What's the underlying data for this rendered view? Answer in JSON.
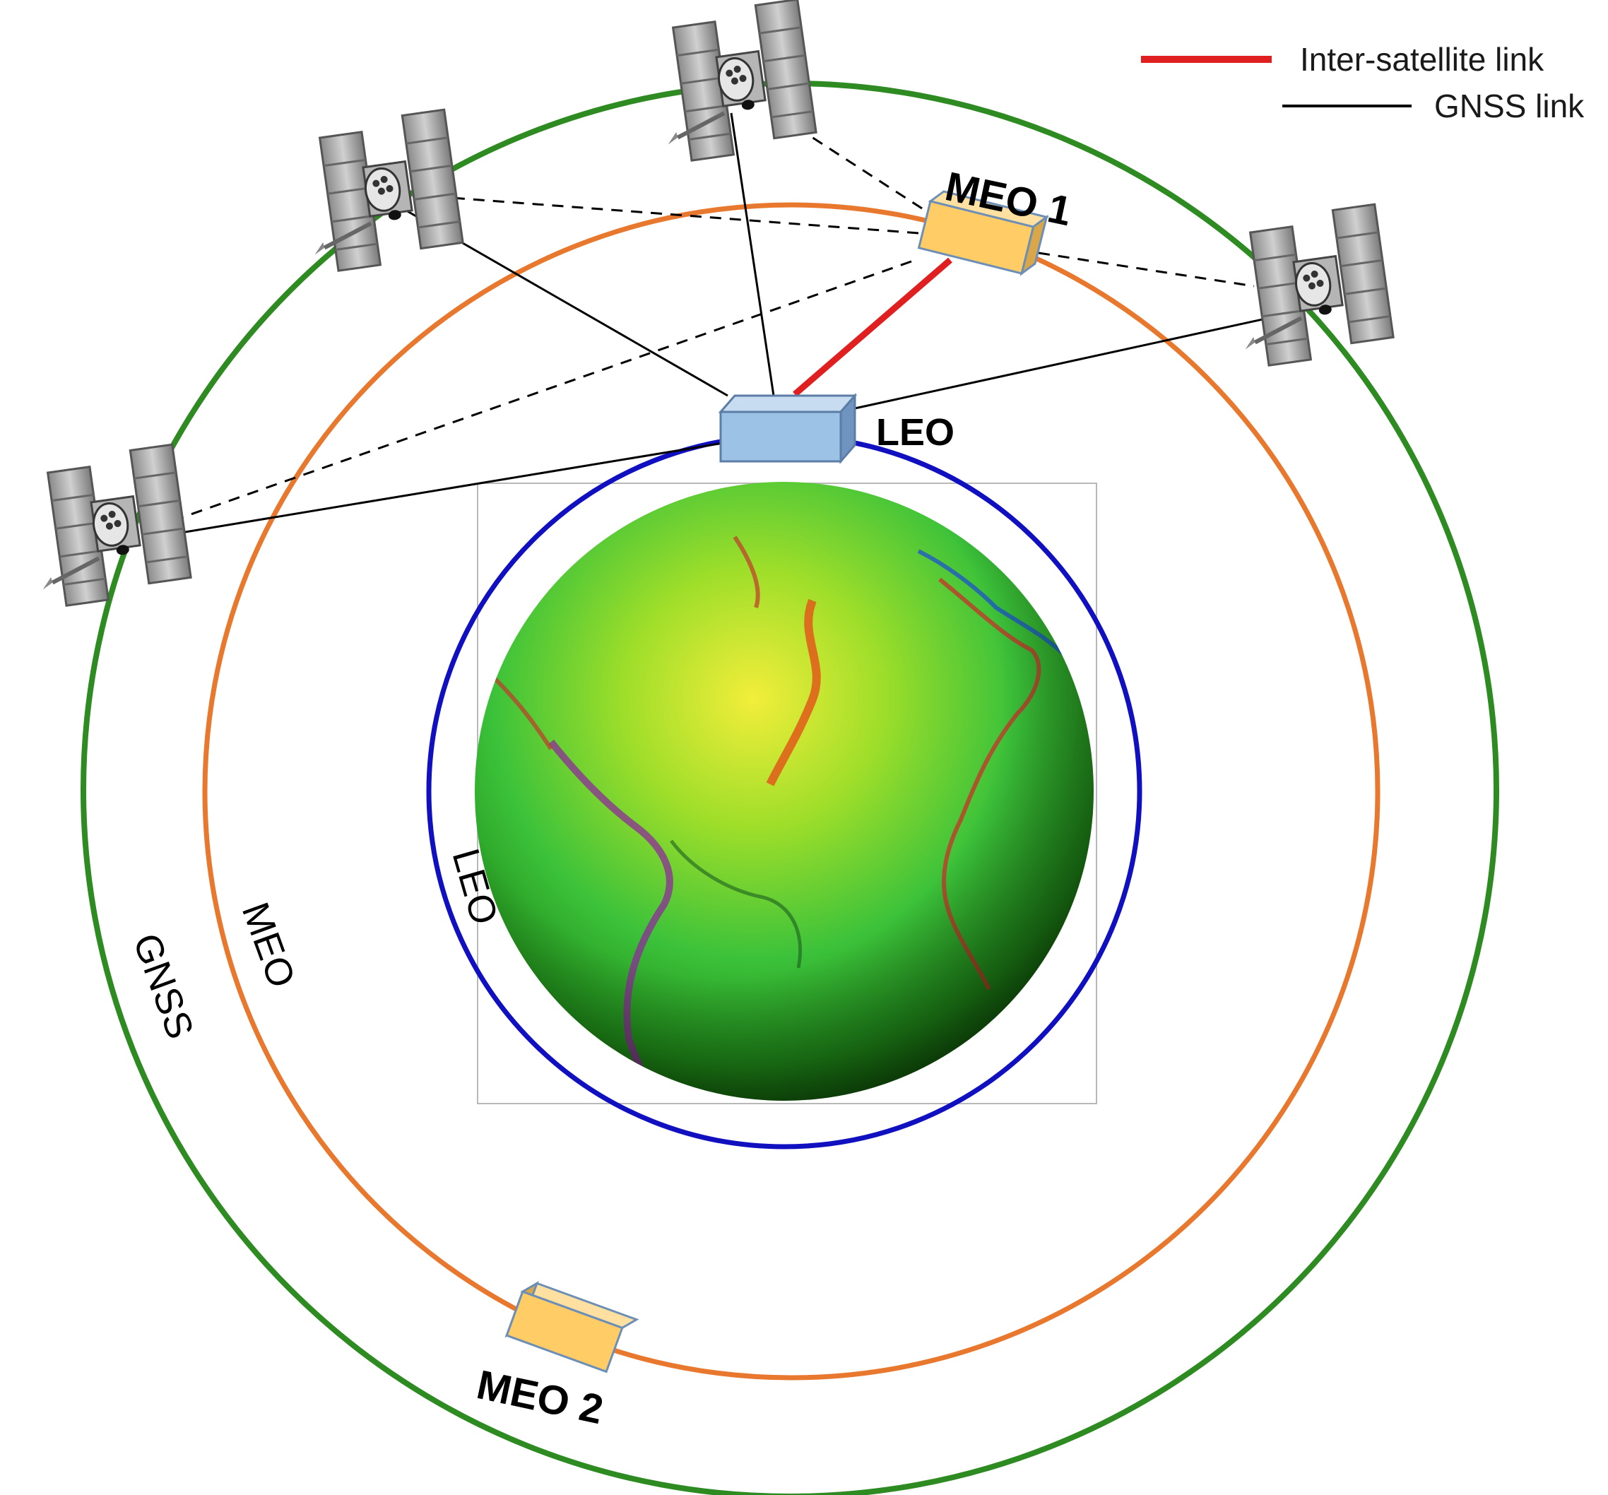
{
  "legend": {
    "items": [
      {
        "label": "Inter-satellite link",
        "color": "#e02020"
      },
      {
        "label": "GNSS link",
        "color": "#000000"
      }
    ]
  },
  "orbits": {
    "gnss": {
      "label": "GNSS",
      "color": "#2e8b22"
    },
    "meo": {
      "label": "MEO",
      "color": "#e8782e"
    },
    "leo": {
      "label": "LEO",
      "color": "#1010c0"
    }
  },
  "satellites": {
    "leo": {
      "label": "LEO",
      "color": "#9cc3e6"
    },
    "meo1": {
      "label": "MEO 1",
      "color": "#ffcc66"
    },
    "meo2": {
      "label": "MEO 2",
      "color": "#ffcc66"
    }
  },
  "earth": {
    "colors": {
      "ocean": "#2fbf2f",
      "highlight": "#e8ee3a",
      "shadow": "#0d5a08",
      "ridge": "#e05a1a"
    }
  },
  "gnss_satellites": [
    {
      "id": "gnss-sat-left"
    },
    {
      "id": "gnss-sat-upper-left"
    },
    {
      "id": "gnss-sat-top"
    },
    {
      "id": "gnss-sat-right"
    }
  ],
  "links": {
    "gnss_link_style": "solid",
    "meo_gnss_link_style": "dashed"
  }
}
